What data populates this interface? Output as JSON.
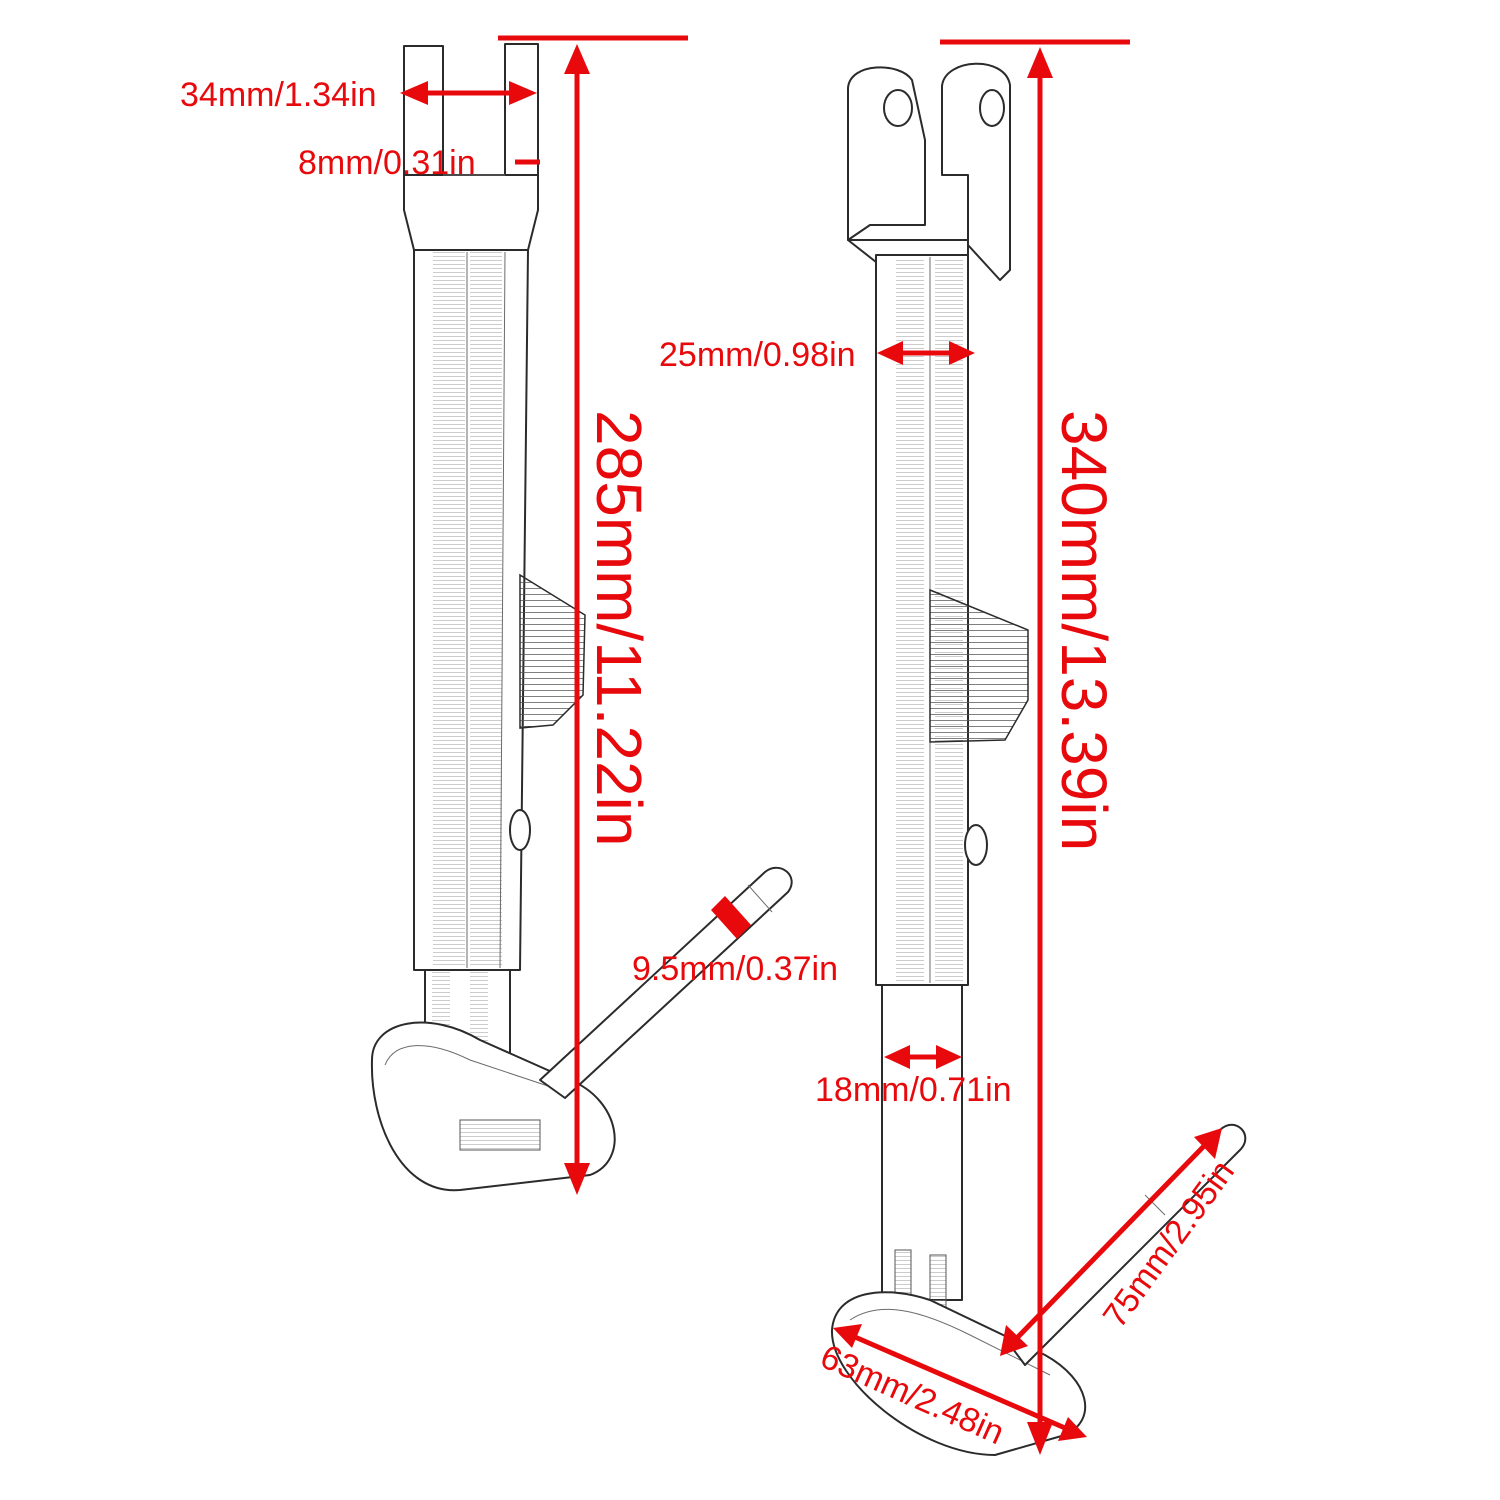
{
  "colors": {
    "dimension": "#e8090c",
    "outline": "#2b2b2b",
    "background": "#ffffff"
  },
  "left_stand": {
    "fork_width": "34mm/1.34in",
    "slot_width": "8mm/0.31in",
    "total_length": "285mm/11.22in",
    "spring_pin": "9.5mm/0.37in"
  },
  "right_stand": {
    "tube_diameter": "25mm/0.98in",
    "total_length": "340mm/13.39in",
    "lower_diameter": "18mm/0.71in",
    "pin_length": "75mm/2.95in",
    "foot_width": "63mm/2.48in"
  }
}
